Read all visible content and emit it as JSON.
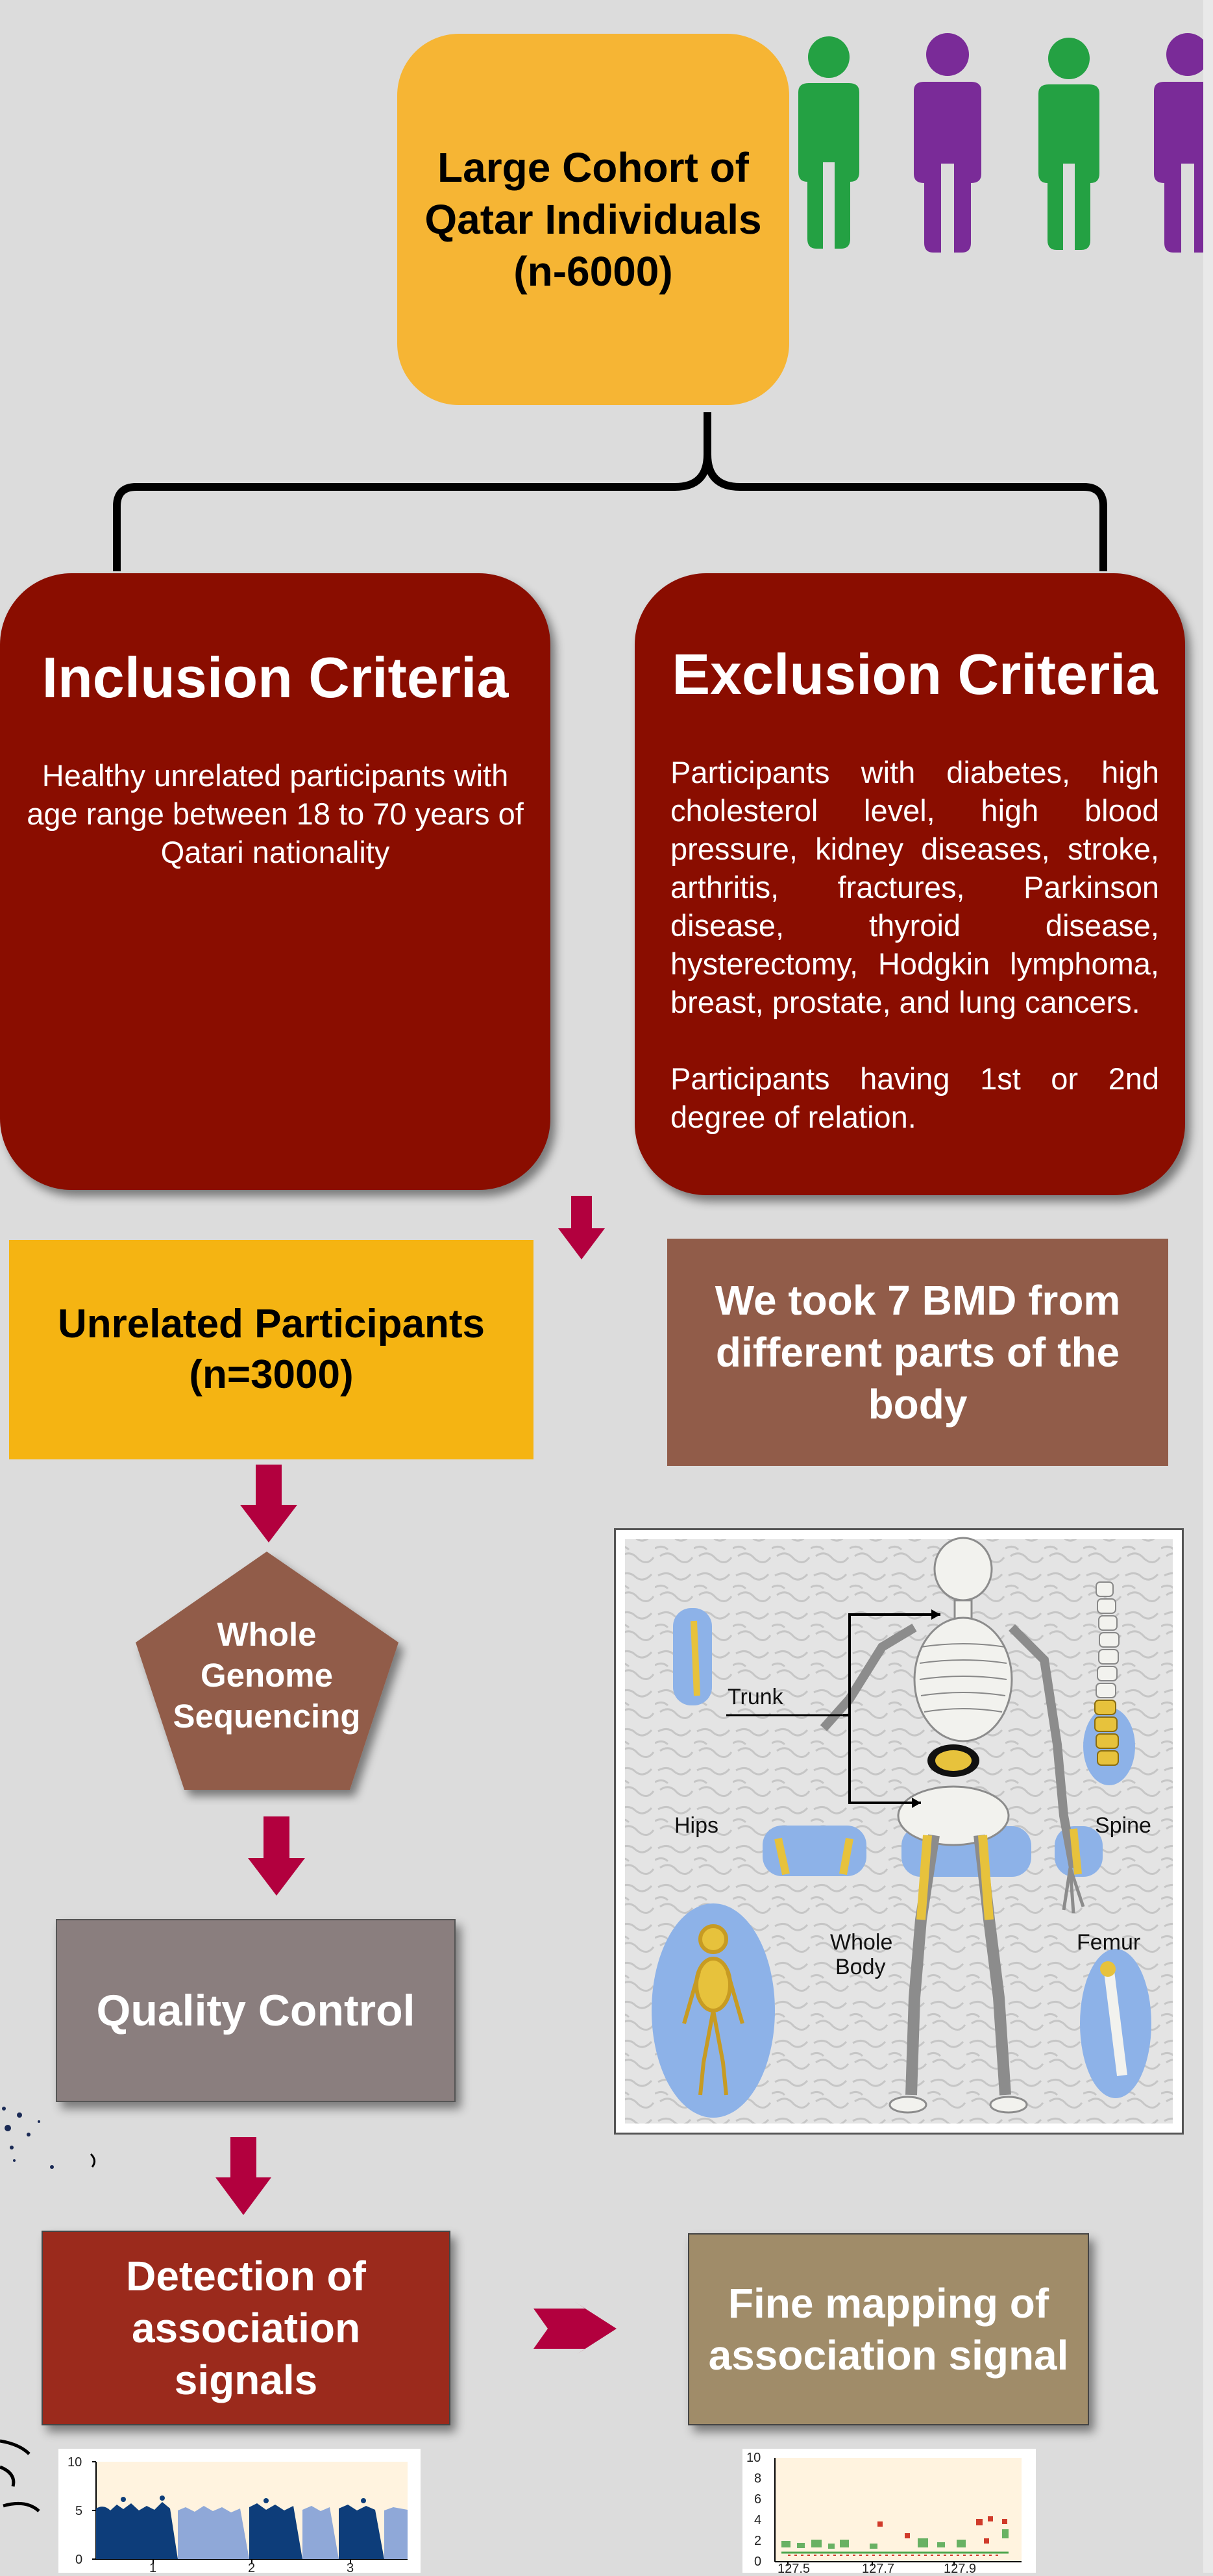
{
  "cohort": {
    "title": "Large Cohort of Qatar Individuals (n-6000)"
  },
  "inclusion": {
    "heading": "Inclusion Criteria",
    "text": "Healthy unrelated participants with age range between 18 to 70 years of Qatari nationality"
  },
  "exclusion": {
    "heading": "Exclusion Criteria",
    "text1": "Participants with diabetes, high cholesterol level, high blood pressure, kidney diseases, stroke, arthritis, fractures, Parkinson disease, thyroid disease, hysterectomy, Hodgkin lymphoma, breast, prostate, and lung cancers.",
    "text2": "Participants having 1st or 2nd degree of relation."
  },
  "unrelated": {
    "title": "Unrelated Participants (n=3000)"
  },
  "bmd": {
    "title": "We took 7  BMD from different parts of the body"
  },
  "wgs": {
    "title": "Whole Genome Sequencing"
  },
  "qc": {
    "title": "Quality Control"
  },
  "detection": {
    "title": "Detection of association signals"
  },
  "finemap": {
    "title": "Fine mapping of association signal"
  },
  "skeleton": {
    "labels": {
      "trunk": "Trunk",
      "hips": "Hips",
      "spine": "Spine",
      "whole_body": "Whole\nBody",
      "femur": "Femur"
    }
  },
  "manhattan": {
    "y_ticks": [
      "10",
      "5",
      "0"
    ],
    "x_ticks": [
      "1",
      "2",
      "3"
    ]
  },
  "locuszoom": {
    "y_ticks": [
      "10",
      "8",
      "6",
      "4",
      "2",
      "0"
    ],
    "x_ticks": [
      "127.5",
      "127.7",
      "127.9"
    ]
  },
  "colors": {
    "cohort": "#f6b534",
    "criteria": "#8a0d00",
    "unrelated": "#f5b412",
    "bmd": "#915c49",
    "wgs": "#915c49",
    "qc": "#8a7e7e",
    "detection": "#9b2a1c",
    "finemap": "#a08c69",
    "arrow": "#b2003e",
    "person_green": "#24a143",
    "person_purple": "#7a2b98"
  }
}
